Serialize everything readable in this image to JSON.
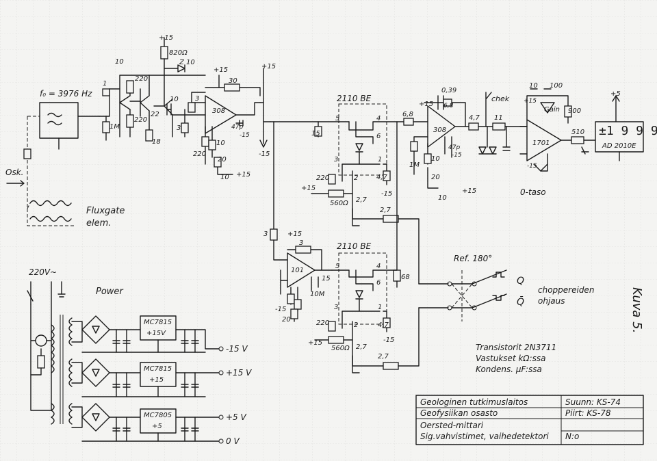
{
  "labels": {
    "osc_freq": "f₀ = 3976 Hz",
    "osc": "Osk.",
    "fluxgate_1": "Fluxgate",
    "fluxgate_2": "elem.",
    "check": "chek",
    "gain": "Gain",
    "zero_level": "0-taso",
    "display_reading": "±1 9 9 9",
    "display_model": "AD 2010E",
    "reference": "Ref. 180°",
    "q": "Q",
    "q_bar": "Q̄",
    "chopper_1": "choppereiden",
    "chopper_2": "ohjaus",
    "figure": "Kuva 5.",
    "note_transistors": "Transistorit 2N3711",
    "note_resistors": "Vastukset kΩ:ssa",
    "note_capacitors": "Kondens. μF:ssa",
    "mains": "220V~",
    "power": "Power",
    "out_m15": "-15 V",
    "out_p15": "+15 V",
    "out_p5": "+5 V",
    "out_0v": "0 V"
  },
  "values": {
    "r10a": "10",
    "r220a": "220",
    "r220b": "220",
    "r1m": "1M",
    "r22": "22",
    "r18": "18",
    "c10": "10",
    "c1": "1",
    "p15": "+15",
    "m15": "-15",
    "p5": "+5",
    "r820": "820Ω",
    "z10": "Z 10",
    "r30": "30",
    "op308": "308",
    "op101": "101",
    "op1701": "1701",
    "c47p": "47p",
    "r3": "3",
    "r20": "20",
    "r15": "15",
    "ic2110": "2110 BE",
    "pin1": "1",
    "pin2": "2",
    "pin3": "3",
    "pin4": "4",
    "pin5": "5",
    "pin6": "6",
    "r560": "560Ω",
    "r4_7": "4,7",
    "r2_7": "2,7",
    "r6_8": "6,8",
    "c039": "0,39",
    "r11": "11",
    "r100": "100",
    "r900": "900",
    "r510": "510",
    "r10m": "10M",
    "r68": "68",
    "reg1": "MC7815",
    "reg1_out": "+15V",
    "reg2": "MC7815",
    "reg2_out": "+15",
    "reg3": "MC7805",
    "reg3_out": "+5"
  },
  "title_block": {
    "org": "Geologinen tutkimuslaitos",
    "dept": "Geofysiikan osasto",
    "device": "Oersted-mittari",
    "subtitle": "Sig.vahvistimet, vaihedetektori",
    "designed": "Suunn: KS-74",
    "drawn": "Piirt: KS-78",
    "number": "N:o"
  }
}
